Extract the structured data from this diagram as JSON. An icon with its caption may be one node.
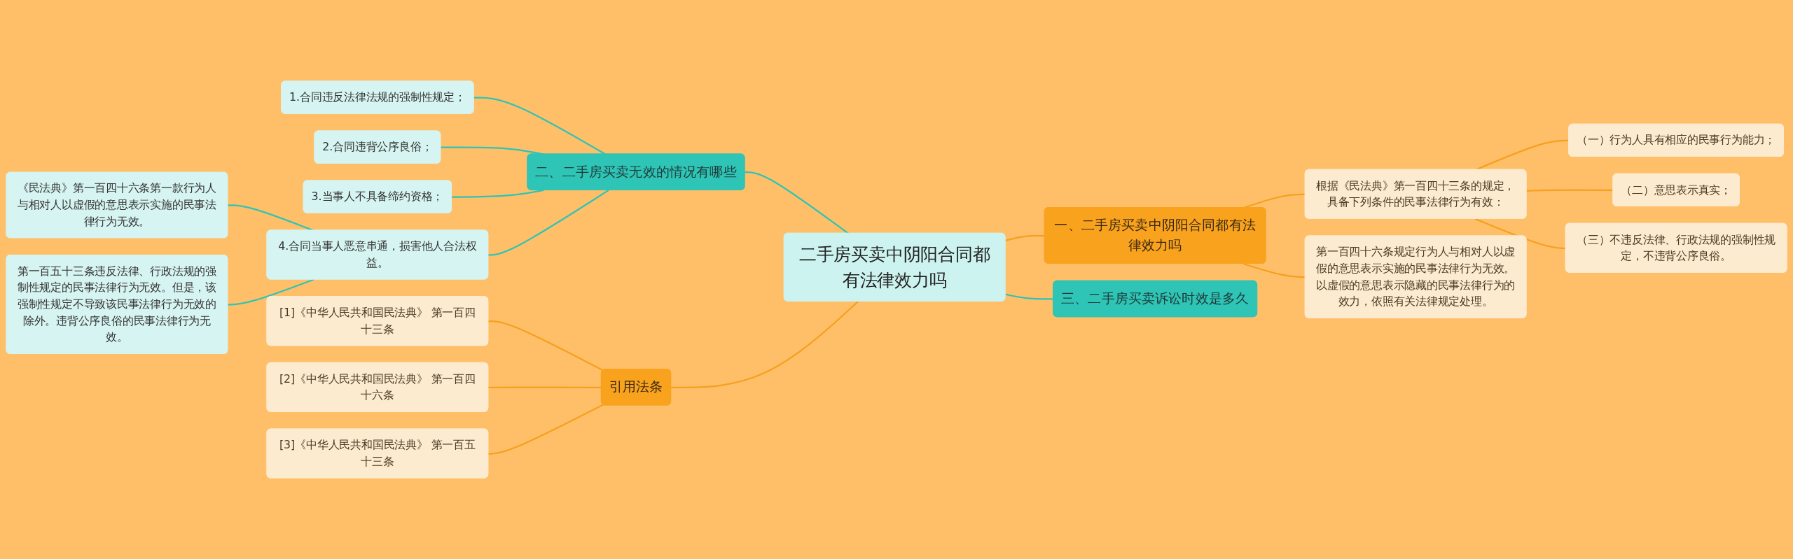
{
  "diagram": {
    "nodes": [
      {
        "text": [
          "二手房买卖中阴阳合同都有法律效力吗"
        ]
      },
      {
        "text": [
          "二、二手房买卖无效的情况有哪些"
        ]
      },
      {
        "text": [
          "1.合同违反法律法规的强制性规定；"
        ]
      },
      {
        "text": [
          "2.合同违背公序良俗；"
        ]
      },
      {
        "text": [
          "3.当事人不具备缔约资格；"
        ]
      },
      {
        "text": [
          "4.合同当事人恶意串通，损害他人合法权益。"
        ]
      },
      {
        "text": [
          "《民法典》第一百四十六条第一款行为人与相对人以虚假的意思表示实施的民事法律行为无效。"
        ]
      },
      {
        "text": [
          "第一百五十三条违反法律、行政法规的强制性规定的民事法律行为无效。但是，该强制性规定不导致该民事法律行为无效的除外。违背公序良俗的民事法律行为无效。"
        ]
      },
      {
        "text": [
          "引用法条"
        ]
      },
      {
        "text": [
          "[1]《中华人民共和国民法典》 第一百四十三条"
        ]
      },
      {
        "text": [
          "[2]《中华人民共和国民法典》 第一百四十六条"
        ]
      },
      {
        "text": [
          "[3]《中华人民共和国民法典》 第一百五十三条"
        ]
      },
      {
        "text": [
          "一、二手房买卖中阴阳合同都有法律效力吗"
        ]
      },
      {
        "text": [
          "根据《民法典》第一百四十三条的规定，具备下列条件的民事法律行为有效："
        ]
      },
      {
        "text": [
          "（一）行为人具有相应的民事行为能力；"
        ]
      },
      {
        "text": [
          "（二）意思表示真实；"
        ]
      },
      {
        "text": [
          "（三）不违反法律、行政法规的强制性规定，不违背公序良俗。"
        ]
      },
      {
        "text": [
          "第一百四十六条规定行为人与相对人以虚假的意思表示实施的民事法律行为无效。以虚假的意思表示隐藏的民事法律行为的效力，依照有关法律规定处理。"
        ]
      },
      {
        "text": [
          "三、二手房买卖诉讼时效是多久"
        ]
      }
    ],
    "edges": [
      {
        "from": 0,
        "to": 1,
        "arrow": "none",
        "color": "#2ec4b6"
      },
      {
        "from": 1,
        "to": 2,
        "arrow": "none",
        "color": "#2ec4b6"
      },
      {
        "from": 1,
        "to": 3,
        "arrow": "none",
        "color": "#2ec4b6"
      },
      {
        "from": 1,
        "to": 4,
        "arrow": "none",
        "color": "#2ec4b6"
      },
      {
        "from": 1,
        "to": 5,
        "arrow": "none",
        "color": "#2ec4b6"
      },
      {
        "from": 5,
        "to": 6,
        "arrow": "none",
        "color": "#2ec4b6"
      },
      {
        "from": 5,
        "to": 7,
        "arrow": "none",
        "color": "#2ec4b6"
      },
      {
        "from": 0,
        "to": 8,
        "arrow": "none"
      },
      {
        "from": 8,
        "to": 9,
        "arrow": "none"
      },
      {
        "from": 8,
        "to": 10,
        "arrow": "none"
      },
      {
        "from": 8,
        "to": 11,
        "arrow": "none"
      },
      {
        "from": 0,
        "to": 12,
        "arrow": "none"
      },
      {
        "from": 12,
        "to": 13,
        "arrow": "none"
      },
      {
        "from": 13,
        "to": 14,
        "arrow": "none"
      },
      {
        "from": 13,
        "to": 15,
        "arrow": "none"
      },
      {
        "from": 13,
        "to": 16,
        "arrow": "none"
      },
      {
        "from": 12,
        "to": 17,
        "arrow": "none"
      },
      {
        "from": 0,
        "to": 18,
        "arrow": "none",
        "color": "#2ec4b6"
      }
    ]
  }
}
